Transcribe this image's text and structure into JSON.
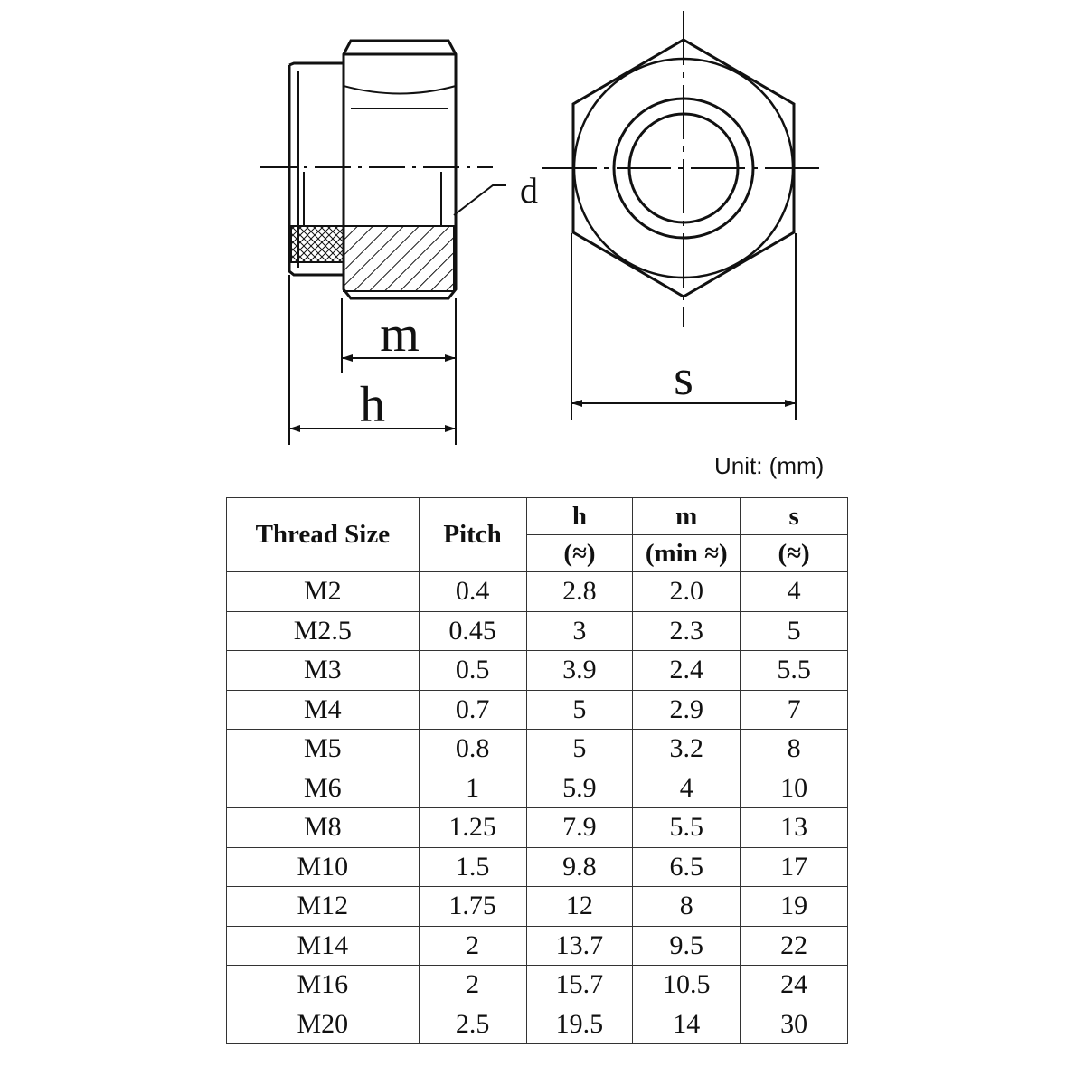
{
  "drawing": {
    "labels": {
      "m": "m",
      "h": "h",
      "d": "d",
      "s": "s"
    },
    "line_color": "#111111"
  },
  "unit_label": "Unit: (mm)",
  "table": {
    "headers": {
      "thread_size": "Thread Size",
      "pitch": "Pitch",
      "h_top": "h",
      "h_sub": "(≈)",
      "m_top": "m",
      "m_sub": "(min ≈)",
      "s_top": "s",
      "s_sub": "(≈)"
    },
    "rows": [
      [
        "M2",
        "0.4",
        "2.8",
        "2.0",
        "4"
      ],
      [
        "M2.5",
        "0.45",
        "3",
        "2.3",
        "5"
      ],
      [
        "M3",
        "0.5",
        "3.9",
        "2.4",
        "5.5"
      ],
      [
        "M4",
        "0.7",
        "5",
        "2.9",
        "7"
      ],
      [
        "M5",
        "0.8",
        "5",
        "3.2",
        "8"
      ],
      [
        "M6",
        "1",
        "5.9",
        "4",
        "10"
      ],
      [
        "M8",
        "1.25",
        "7.9",
        "5.5",
        "13"
      ],
      [
        "M10",
        "1.5",
        "9.8",
        "6.5",
        "17"
      ],
      [
        "M12",
        "1.75",
        "12",
        "8",
        "19"
      ],
      [
        "M14",
        "2",
        "13.7",
        "9.5",
        "22"
      ],
      [
        "M16",
        "2",
        "15.7",
        "10.5",
        "24"
      ],
      [
        "M20",
        "2.5",
        "19.5",
        "14",
        "30"
      ]
    ]
  }
}
